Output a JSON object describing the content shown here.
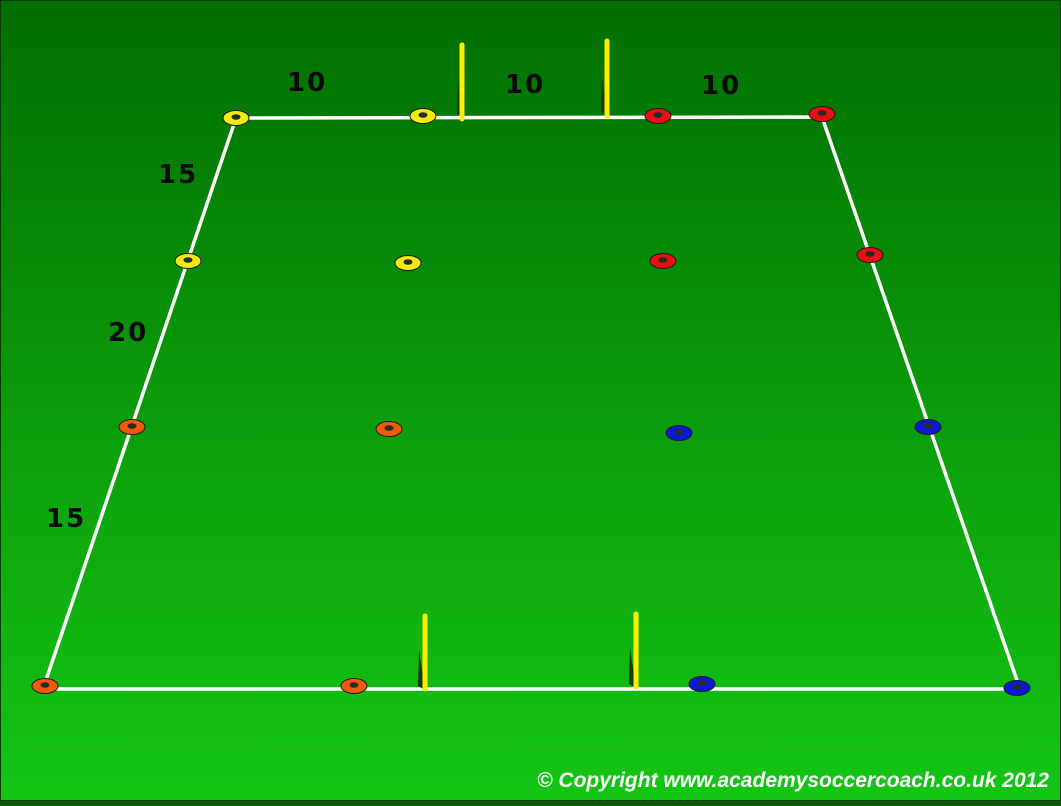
{
  "diagram": {
    "background": {
      "top": "#016e01",
      "bottom": "#14c614"
    },
    "line_color": "#ffffff",
    "pole_color": "#ffee00",
    "cone_colors": {
      "yellow": "#f2ea10",
      "red": "#e81010",
      "orange": "#f25a08",
      "blue": "#0a18d8"
    },
    "labels": {
      "top_left": "10",
      "top_middle": "10",
      "top_right": "10",
      "left_upper": "15",
      "left_middle": "20",
      "left_lower": "15"
    },
    "copyright": "© Copyright www.academysoccercoach.co.uk 2012"
  }
}
